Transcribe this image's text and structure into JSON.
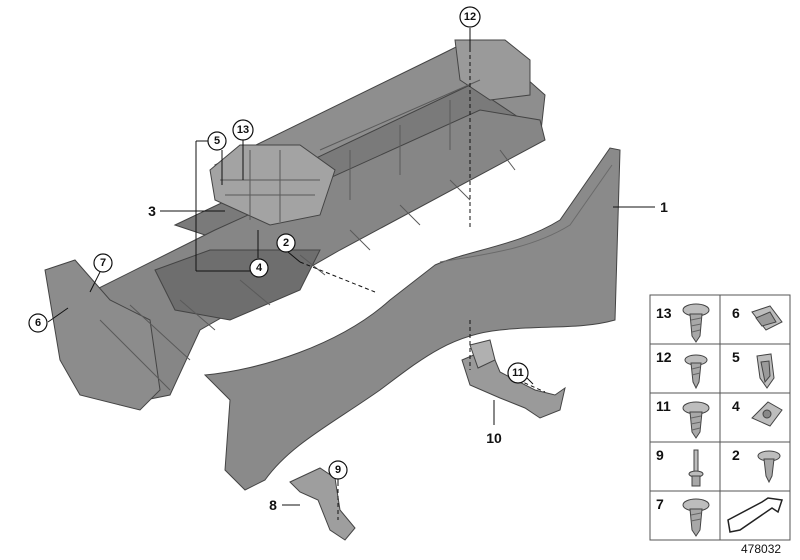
{
  "diagram": {
    "document_number": "478032",
    "callouts": [
      {
        "id": "part-1",
        "label": "1"
      },
      {
        "id": "part-2",
        "label": "2"
      },
      {
        "id": "part-3",
        "label": "3"
      },
      {
        "id": "part-4",
        "label": "4"
      },
      {
        "id": "part-5",
        "label": "5"
      },
      {
        "id": "part-6",
        "label": "6"
      },
      {
        "id": "part-7",
        "label": "7"
      },
      {
        "id": "part-8",
        "label": "8"
      },
      {
        "id": "part-9",
        "label": "9"
      },
      {
        "id": "part-10",
        "label": "10"
      },
      {
        "id": "part-11",
        "label": "11"
      },
      {
        "id": "part-12",
        "label": "12"
      },
      {
        "id": "part-13",
        "label": "13"
      }
    ],
    "parts_table": [
      {
        "left": "13",
        "right": "6"
      },
      {
        "left": "12",
        "right": "5"
      },
      {
        "left": "11",
        "right": "4"
      },
      {
        "left": "9",
        "right": "2"
      },
      {
        "left": "7",
        "right": ""
      }
    ]
  }
}
